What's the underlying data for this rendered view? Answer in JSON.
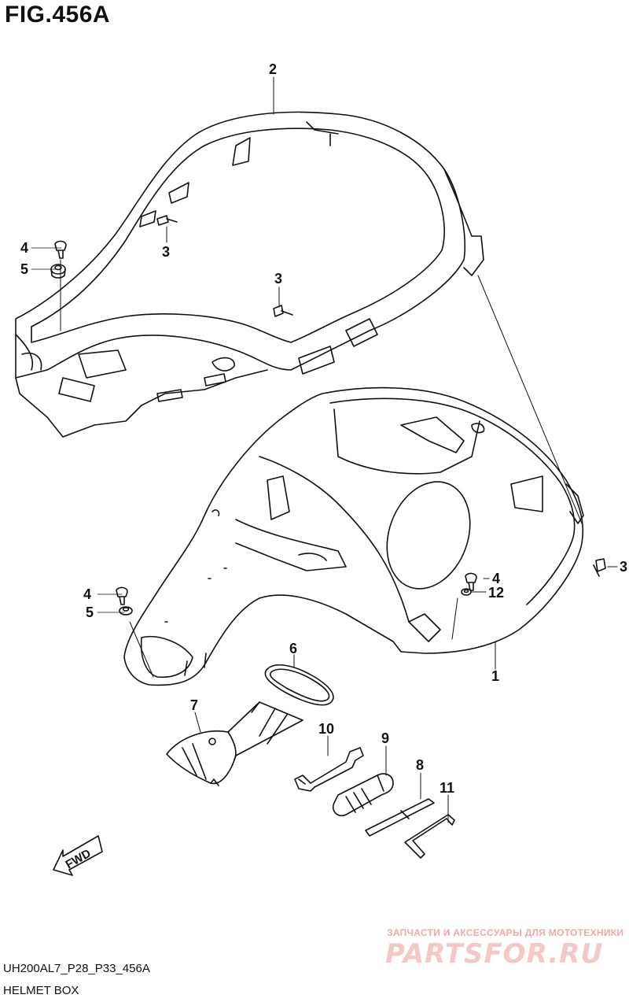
{
  "figure": {
    "title": "FIG.456A",
    "code": "UH200AL7_P28_P33_456A",
    "name": "HELMET BOX"
  },
  "watermark": {
    "text": "ЗАПЧАСТИ И АКСЕССУАРЫ ДЛЯ МОТОТЕХНИКИ",
    "logo": "PARTSFOR.RU"
  },
  "callouts": {
    "c1": "1",
    "c2": "2",
    "c3a": "3",
    "c3b": "3",
    "c3c": "3",
    "c4a": "4",
    "c4b": "4",
    "c4c": "4",
    "c5a": "5",
    "c5b": "5",
    "c6": "6",
    "c7": "7",
    "c8": "8",
    "c9": "9",
    "c10": "10",
    "c11": "11",
    "c12": "12"
  },
  "fwd_label": "FWD",
  "colors": {
    "line": "#111111",
    "watermark_red": "#e07070"
  }
}
